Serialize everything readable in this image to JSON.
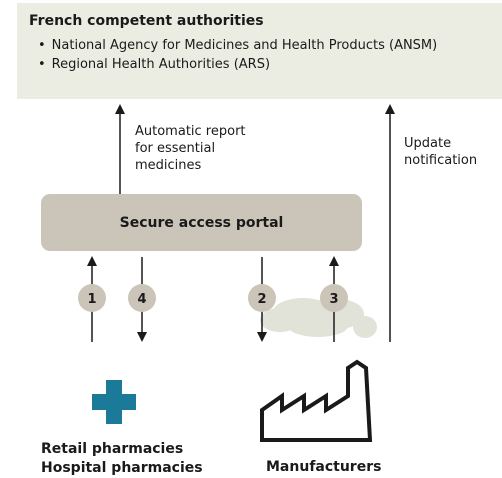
{
  "authorities": {
    "title": "French competent authorities",
    "items": [
      "National Agency for Medicines and Health Products (ANSM)",
      "Regional Health Authorities (ARS)"
    ]
  },
  "portal": {
    "label": "Secure access portal"
  },
  "report_label": [
    "Automatic report",
    "for essential",
    "medicines"
  ],
  "update_label": [
    "Update",
    "notification"
  ],
  "steps": [
    "1",
    "4",
    "2",
    "3"
  ],
  "pharmacies": {
    "lines": [
      "Retail pharmacies",
      "Hospital pharmacies"
    ]
  },
  "manufacturers": {
    "label": "Manufacturers"
  },
  "colors": {
    "box_bg": "#ecede2",
    "portal_bg": "#cbc5b9",
    "circle": "#cbc5b9",
    "cross": "#1b7a99"
  }
}
